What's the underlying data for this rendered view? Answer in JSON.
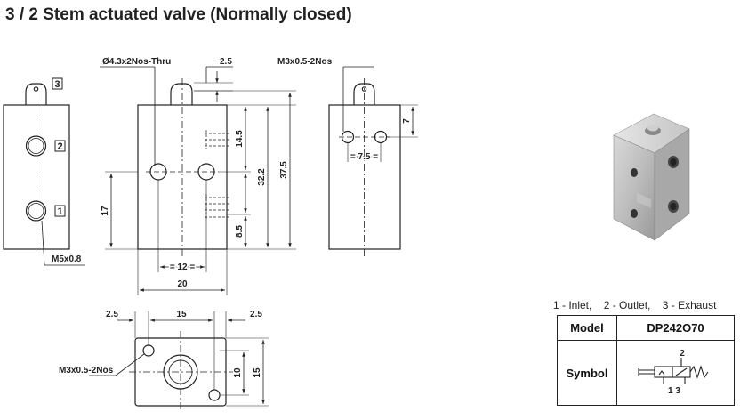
{
  "title": "3 / 2 Stem actuated valve (Normally closed)",
  "ports_legend": [
    "1 - Inlet,",
    "2 - Outlet,",
    "3 - Exhaust"
  ],
  "spec_table": {
    "model_label": "Model",
    "model_value": "DP242O70",
    "symbol_label": "Symbol"
  },
  "symbol_labels": {
    "top": "2",
    "bottom": "1 3"
  },
  "drawings": {
    "front": {
      "port_labels": [
        "3",
        "2",
        "1"
      ],
      "thread": "M5x0.8",
      "dim_17": "17"
    },
    "side": {
      "hole_note": "Ø4.3x2Nos-Thru",
      "dim_stem": "2.5",
      "dim_14_5": "14.5",
      "dim_32_2": "32.2",
      "dim_37_5": "37.5",
      "dim_8_5": "8.5",
      "dim_12": "= 12 =",
      "dim_20": "20"
    },
    "right": {
      "thread_note": "M3x0.5-2Nos",
      "dim_7": "7",
      "dim_7_5": "= 7.5 ="
    },
    "bottom": {
      "dim_left_2_5": "2.5",
      "dim_15_top": "15",
      "dim_right_2_5": "2.5",
      "thread_note": "M3x0.5-2Nos",
      "dim_10": "10",
      "dim_15_side": "15"
    }
  }
}
